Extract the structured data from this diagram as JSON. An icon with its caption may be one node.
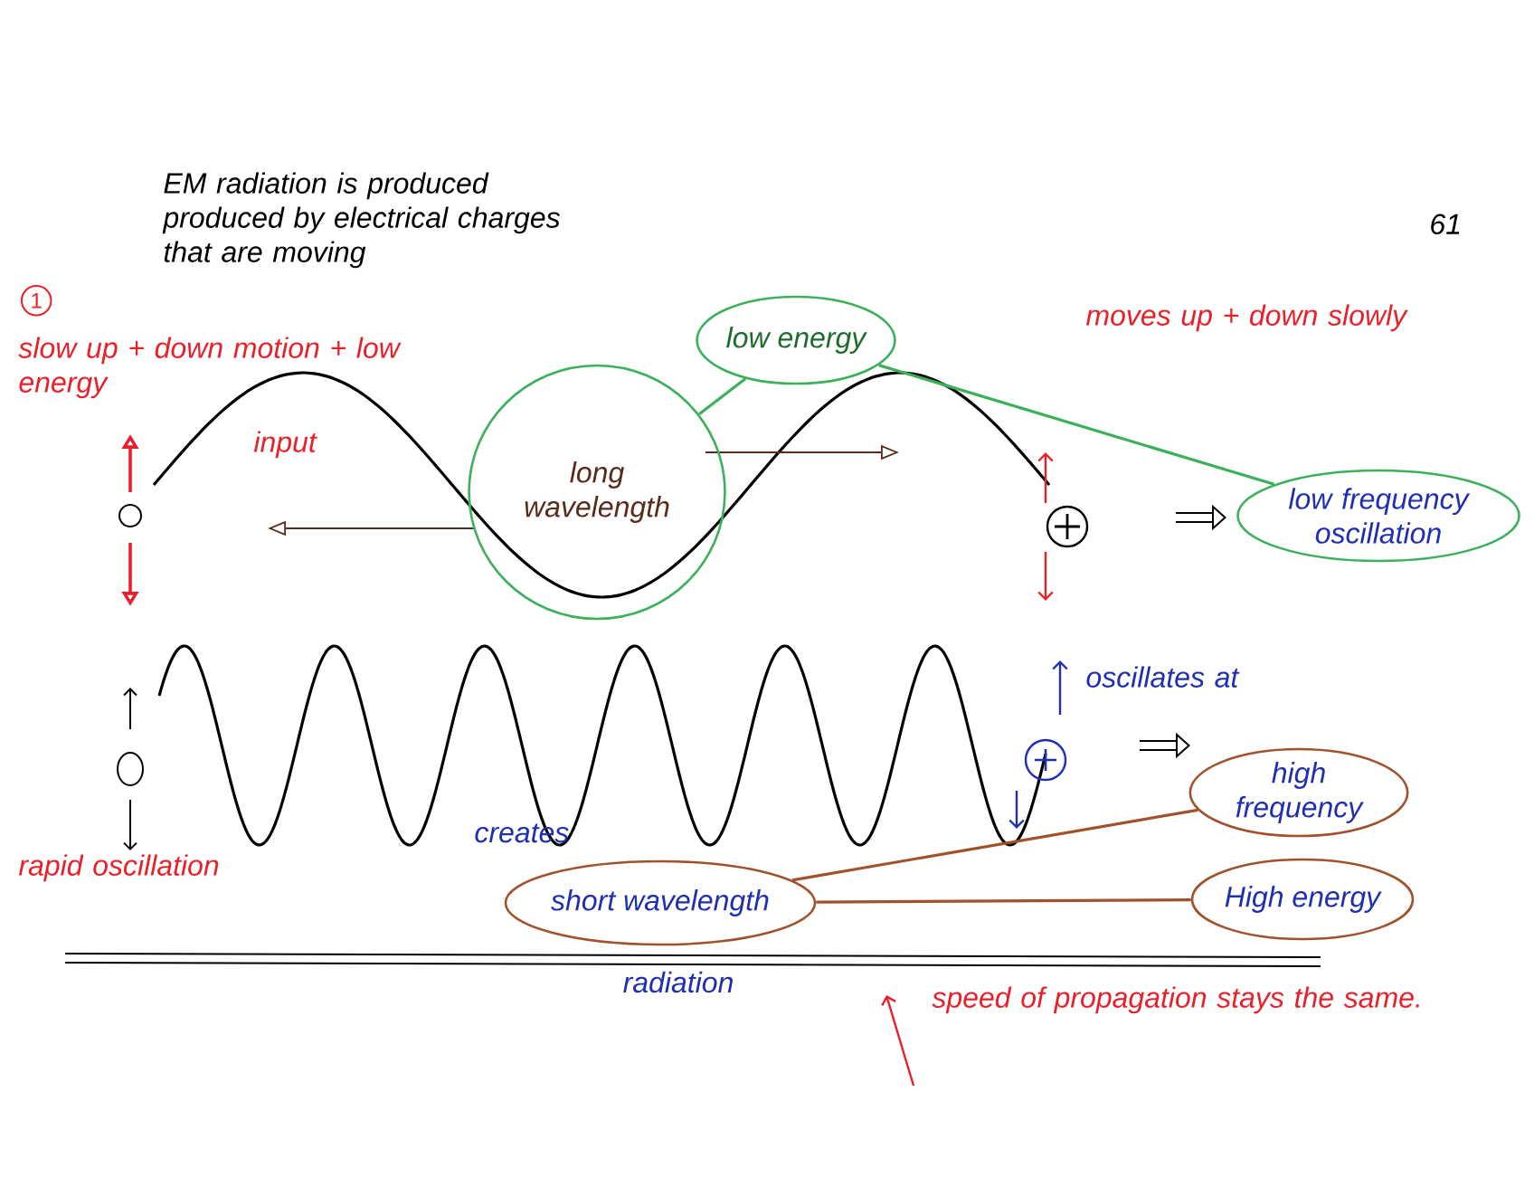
{
  "diagram": {
    "title": "EM radiation is produced produced by electrical charges that are moving",
    "nodes": [
      {
        "text": [
          "low energy"
        ]
      },
      {
        "text": [
          "long wavelength"
        ]
      },
      {
        "text": [
          "low frequency oscillation"
        ]
      },
      {
        "text": [
          "short wavelength"
        ],
        "beside": [
          "radiation"
        ]
      },
      {
        "text": [
          "high frequency"
        ]
      },
      {
        "text": [
          "High energy"
        ]
      }
    ],
    "edges": [
      {
        "from": 0,
        "to": 1,
        "arrow": "none",
        "color": "#3cb05a"
      },
      {
        "from": 0,
        "to": 2,
        "arrow": "none",
        "color": "#3cb05a"
      },
      {
        "from": 3,
        "to": 4,
        "arrow": "none",
        "color": "#a0522d"
      },
      {
        "from": 3,
        "to": 5,
        "arrow": "none",
        "color": "#a0522d"
      }
    ],
    "labels": [
      "1",
      "61",
      "slow up + down motion + low energy",
      "input",
      "moves up + down slowly",
      "oscillates at",
      "rapid oscillation",
      "creates",
      "speed of propagation stays the same."
    ]
  }
}
